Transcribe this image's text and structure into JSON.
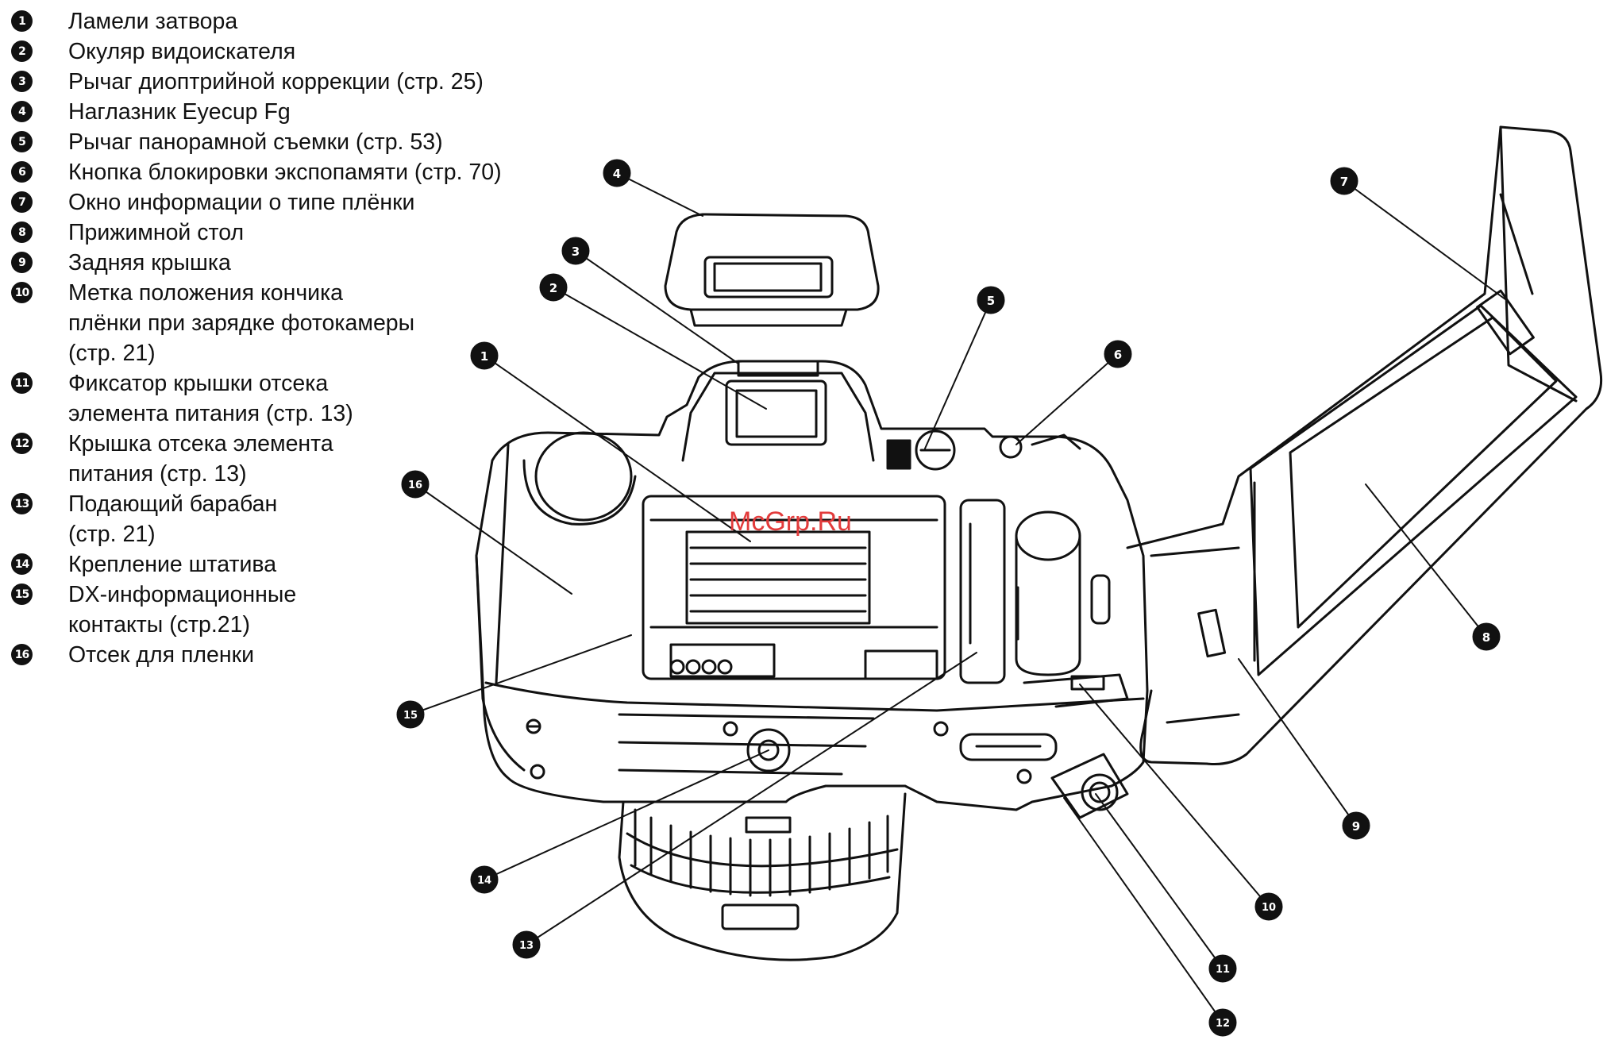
{
  "legend": [
    {
      "num": "1",
      "text": "Ламели затвора"
    },
    {
      "num": "2",
      "text": "Окуляр видоискателя"
    },
    {
      "num": "3",
      "text": "Рычаг диоптрийной коррекции (стр. 25)"
    },
    {
      "num": "4",
      "text": "Наглазник Eyecup Fg"
    },
    {
      "num": "5",
      "text": "Рычаг панорамной съемки (стр. 53)"
    },
    {
      "num": "6",
      "text": "Кнопка блокировки экспопамяти (стр. 70)"
    },
    {
      "num": "7",
      "text": "Окно информации о типе плёнки"
    },
    {
      "num": "8",
      "text": "Прижимной стол"
    },
    {
      "num": "9",
      "text": "Задняя крышка"
    },
    {
      "num": "10",
      "text": "Метка положения кончика\nплёнки при зарядке фотокамеры\n(стр. 21)"
    },
    {
      "num": "11",
      "text": "Фиксатор крышки отсека\nэлемента питания (стр. 13)"
    },
    {
      "num": "12",
      "text": "Крышка отсека элемента\nпитания (стр. 13)"
    },
    {
      "num": "13",
      "text": "Подающий барабан\n(стр. 21)"
    },
    {
      "num": "14",
      "text": "Крепление штатива"
    },
    {
      "num": "15",
      "text": "DX-информационные\nконтакты (стр.21)"
    },
    {
      "num": "16",
      "text": "Отсек для пленки"
    }
  ],
  "callouts": [
    {
      "num": "1"
    },
    {
      "num": "2"
    },
    {
      "num": "3"
    },
    {
      "num": "4"
    },
    {
      "num": "5"
    },
    {
      "num": "6"
    },
    {
      "num": "7"
    },
    {
      "num": "8"
    },
    {
      "num": "9"
    },
    {
      "num": "10"
    },
    {
      "num": "11"
    },
    {
      "num": "12"
    },
    {
      "num": "13"
    },
    {
      "num": "14"
    },
    {
      "num": "15"
    },
    {
      "num": "16"
    }
  ],
  "watermark": "McGrp.Ru",
  "colors": {
    "ink": "#111111",
    "watermark": "#e23b3b",
    "paper": "#ffffff"
  }
}
